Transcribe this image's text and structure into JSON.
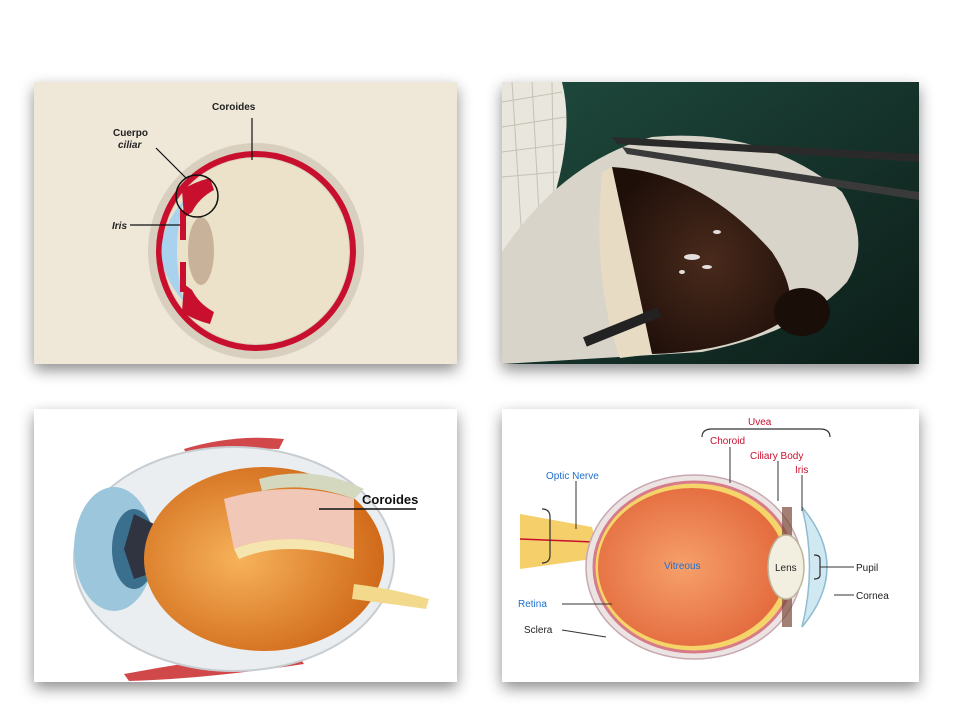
{
  "slide": {
    "panel1": {
      "labels": {
        "coroides": "Coroides",
        "cuerpo_ciliar_1": "Cuerpo",
        "cuerpo_ciliar_2": "ciliar",
        "iris": "Iris"
      }
    },
    "panel2": {},
    "panel3": {
      "labels": {
        "coroides": "Coroides"
      }
    },
    "panel4": {
      "labels": {
        "uvea": "Uvea",
        "choroid": "Choroid",
        "ciliary_body": "Ciliary Body",
        "iris": "Iris",
        "optic_nerve": "Optic Nerve",
        "vitreous": "Vitreous",
        "lens": "Lens",
        "pupil": "Pupil",
        "retina": "Retina",
        "cornea": "Cornea",
        "sclera": "Sclera"
      }
    }
  },
  "colors": {
    "choroid_red": "#c8102e",
    "label_red": "#c8102e",
    "label_blue": "#1f6fd1",
    "sclera_beige": "#d8cfbf",
    "cornea_blue": "#a9d2ef"
  }
}
